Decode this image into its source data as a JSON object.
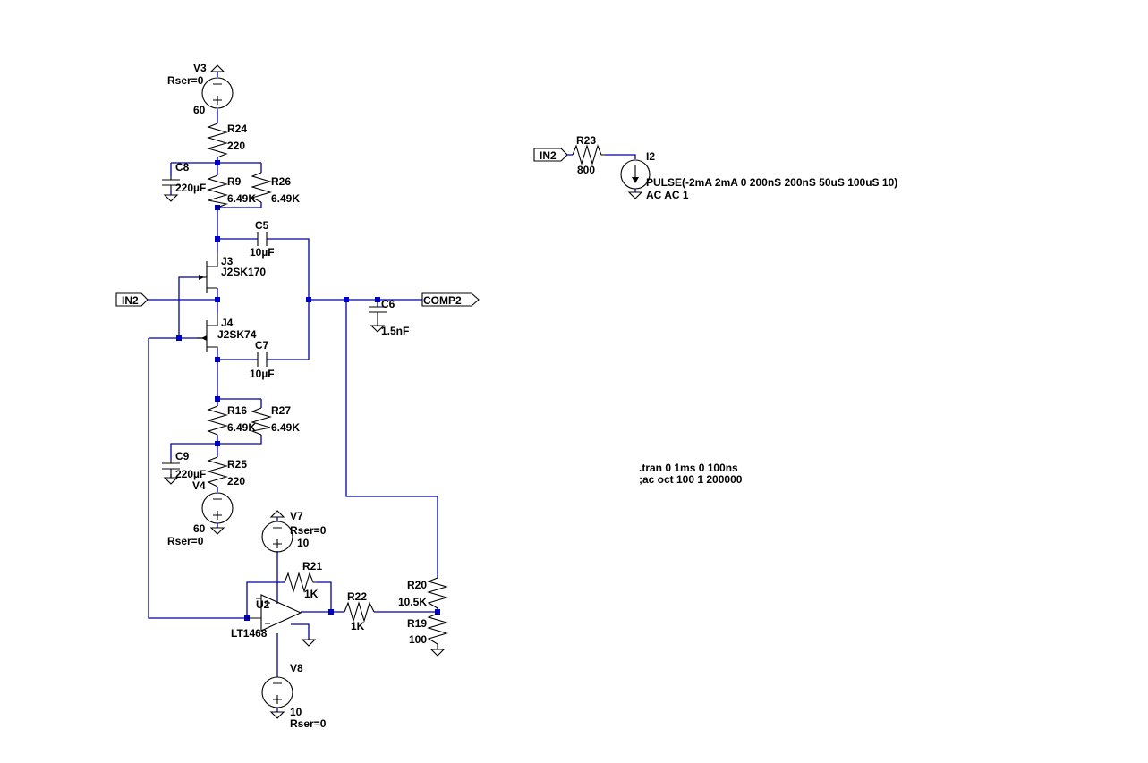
{
  "labels": {
    "V3": "V3",
    "V3_rser": "Rser=0",
    "V3_val": "60",
    "R24": "R24",
    "R24_val": "220",
    "C8": "C8",
    "C8_val": "220µF",
    "R9": "R9",
    "R9_val": "6.49K",
    "R26": "R26",
    "R26_val": "6.49K",
    "C5": "C5",
    "C5_val": "10µF",
    "J3": "J3",
    "J3_val": "J2SK170",
    "J4": "J4",
    "J4_val": "J2SK74",
    "C7": "C7",
    "C7_val": "10µF",
    "R16": "R16",
    "R16_val": "6.49K",
    "R27": "R27",
    "R27_val": "6.49K",
    "C9": "C9",
    "C9_val": "220µF",
    "R25": "R25",
    "R25_val": "220",
    "V4": "V4",
    "V4_val": "60",
    "V4_rser": "Rser=0",
    "C6": "C6",
    "C6_val": "1.5nF",
    "V7": "V7",
    "V7_rser": "Rser=0",
    "V7_val": "10",
    "R21": "R21",
    "R21_val": "1K",
    "R22": "R22",
    "R22_val": "1K",
    "U2": "U2",
    "U2_val": "LT1468",
    "R20": "R20",
    "R20_val": "10.5K",
    "R19": "R19",
    "R19_val": "100",
    "V8": "V8",
    "V8_val": "10",
    "V8_rser": "Rser=0",
    "R23": "R23",
    "R23_val": "800",
    "I2": "I2",
    "I2_val": "PULSE(-2mA 2mA 0 200nS 200nS 50uS 100uS 10)",
    "I2_ac": "AC AC 1"
  },
  "net_labels": {
    "in2_left": "IN2",
    "comp2": "COMP2",
    "in2_right": "IN2"
  },
  "directives": {
    "tran": ".tran 0 1ms 0 100ns",
    "ac": ";ac oct 100 1 200000"
  }
}
